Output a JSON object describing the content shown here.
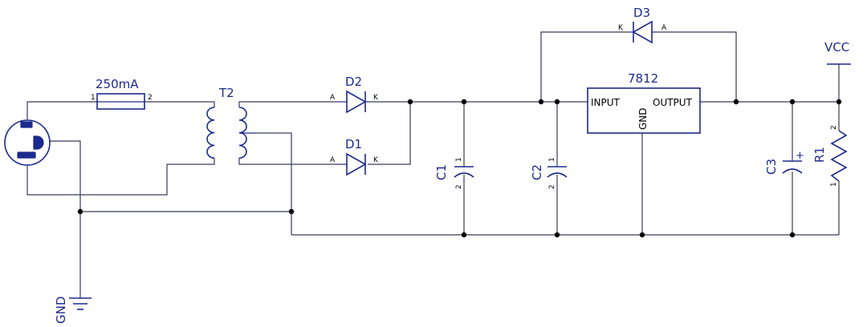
{
  "colors": {
    "symbol": "#1c2a8c",
    "wire": "#3a3a5a",
    "background": "#ffffff"
  },
  "fuse": {
    "value": "250mA",
    "pin1": "1",
    "pin2": "2"
  },
  "transformer": {
    "ref": "T2"
  },
  "d1": {
    "ref": "D1",
    "anode": "A",
    "cathode": "K"
  },
  "d2": {
    "ref": "D2",
    "anode": "A",
    "cathode": "K"
  },
  "d3": {
    "ref": "D3",
    "anode": "A",
    "cathode": "K"
  },
  "regulator": {
    "part": "7812",
    "input": "INPUT",
    "output": "OUTPUT",
    "gnd": "GND"
  },
  "c1": {
    "ref": "C1",
    "pin1": "1",
    "pin2": "2"
  },
  "c2": {
    "ref": "C2",
    "pin1": "1",
    "pin2": "2"
  },
  "c3": {
    "ref": "C3",
    "plus": "+"
  },
  "r1": {
    "ref": "R1",
    "pin1": "1",
    "pin2": "2"
  },
  "power": {
    "vcc": "VCC",
    "gnd": "GND"
  },
  "icons": [
    "ac-outlet-icon",
    "fuse-icon",
    "transformer-icon",
    "diode-icon",
    "capacitor-icon",
    "polarized-capacitor-icon",
    "resistor-icon",
    "ground-icon",
    "vcc-icon"
  ]
}
